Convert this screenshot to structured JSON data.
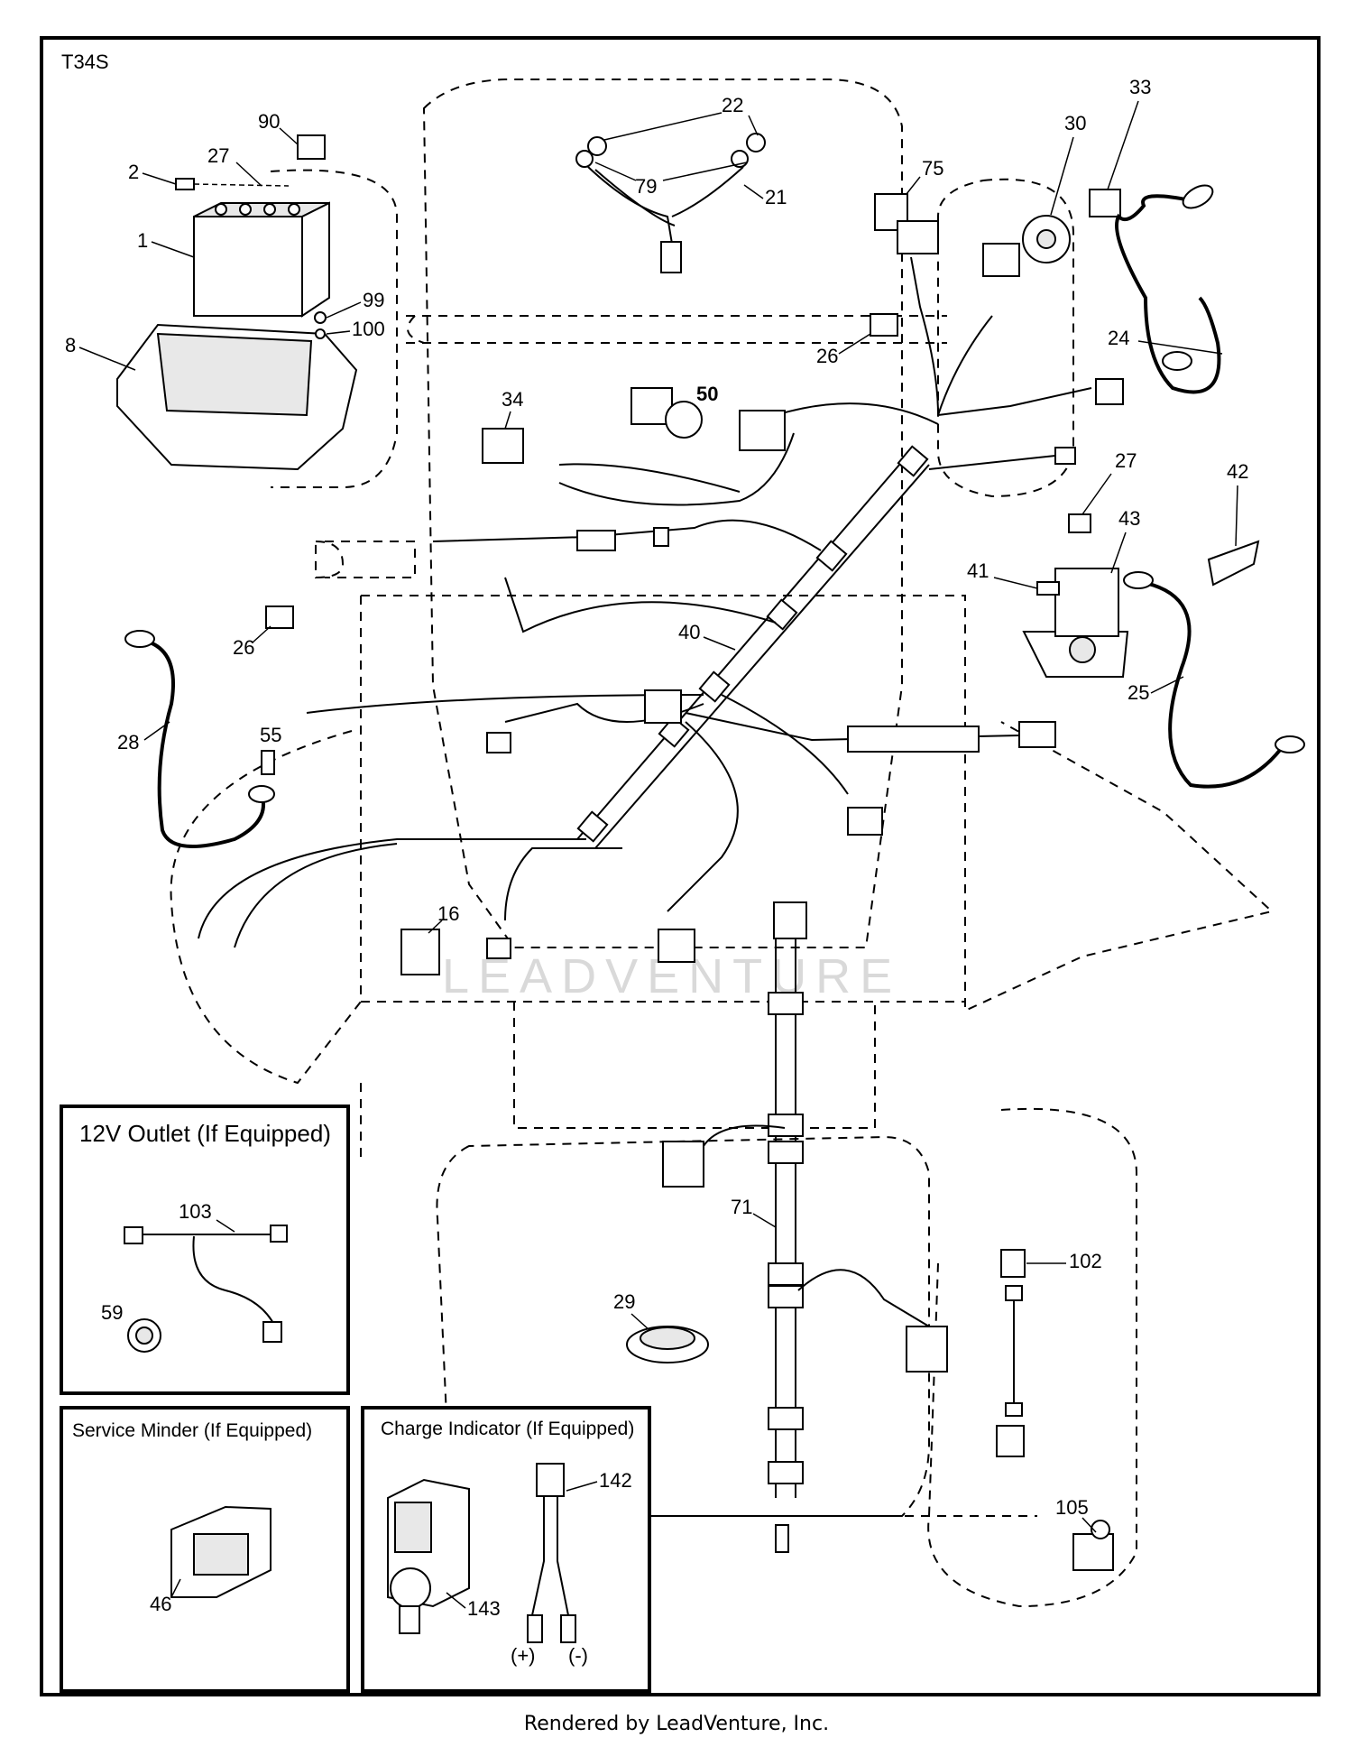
{
  "diagram": {
    "model_code": "T34S",
    "watermark": "LEADVENTURE",
    "callouts": {
      "c90": "90",
      "c2": "2",
      "c27a": "27",
      "c1": "1",
      "c99": "99",
      "c100": "100",
      "c8": "8",
      "c22": "22",
      "c79": "79",
      "c21": "21",
      "c75": "75",
      "c30": "30",
      "c33": "33",
      "c24": "24",
      "c26a": "26",
      "c34": "34",
      "c50": "50",
      "c27b": "27",
      "c42": "42",
      "c43": "43",
      "c41": "41",
      "c26b": "26",
      "c40": "40",
      "c25": "25",
      "c28": "28",
      "c55": "55",
      "c16": "16",
      "c71": "71",
      "c29": "29",
      "c102": "102",
      "c105": "105"
    },
    "insets": {
      "outlet": {
        "title": "12V Outlet (If Equipped)",
        "c103": "103",
        "c59": "59"
      },
      "service": {
        "title": "Service Minder (If Equipped)",
        "c46": "46"
      },
      "charge": {
        "title": "Charge Indicator (If Equipped)",
        "c142": "142",
        "c143": "143",
        "plus": "(+)",
        "minus": "(-)"
      }
    }
  },
  "footer": "Rendered by LeadVenture, Inc."
}
